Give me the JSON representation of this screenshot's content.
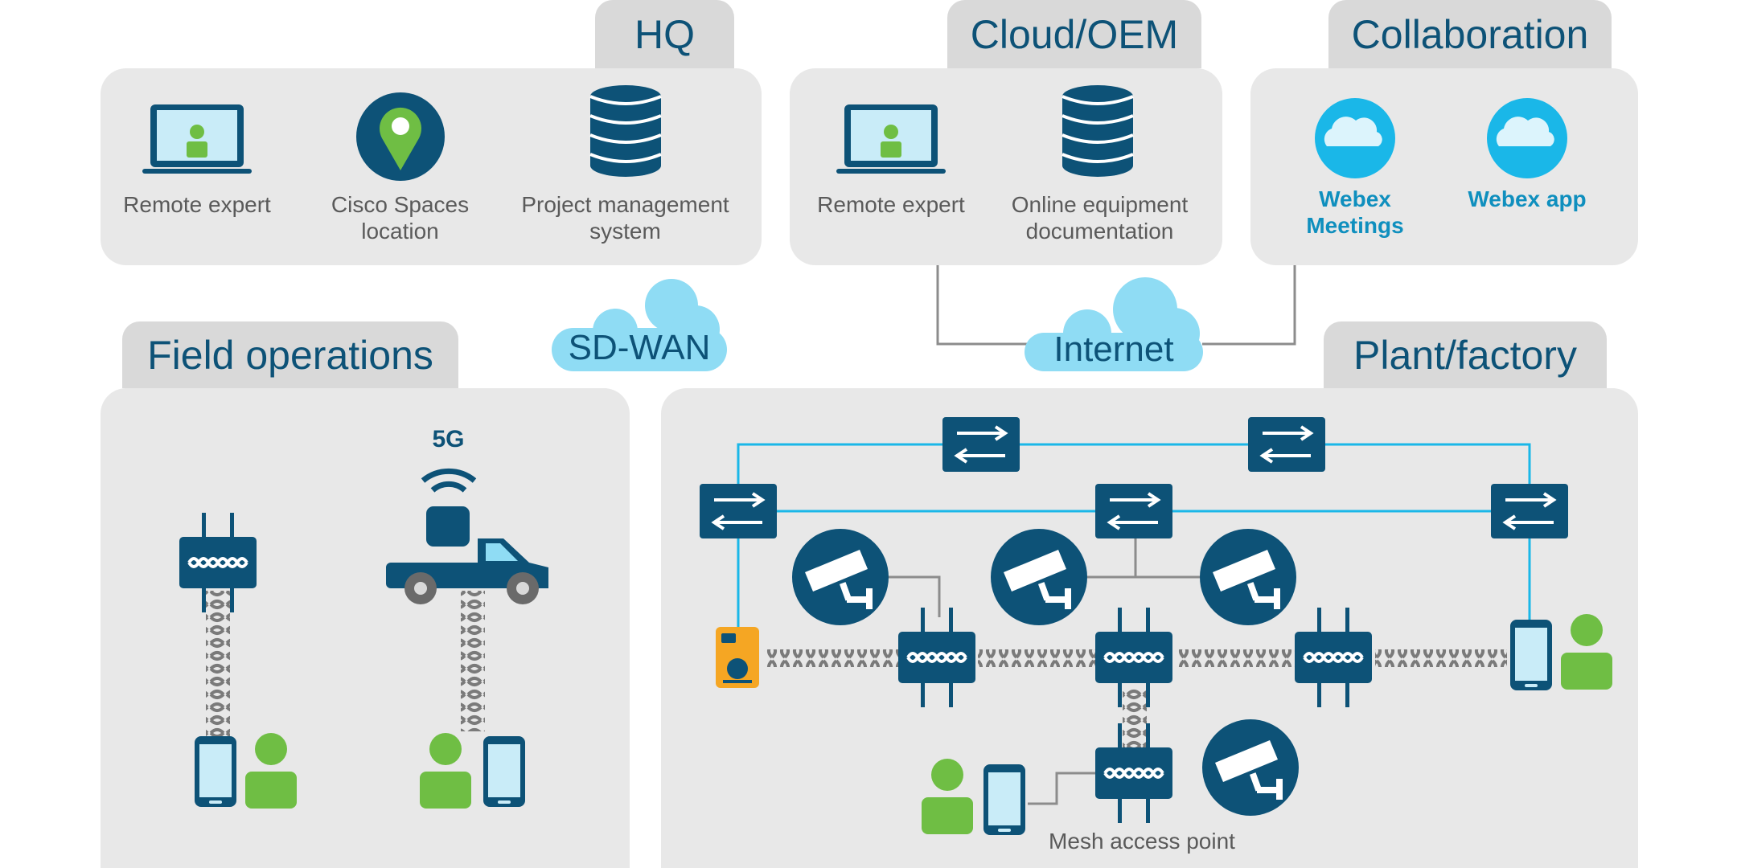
{
  "colors": {
    "panel": "#e8e8e8",
    "tab": "#d9d9d9",
    "navy": "#0d5277",
    "cyan": "#1ab7e8",
    "light_cloud": "#8fdcf4",
    "green": "#6fbe44",
    "orange": "#f5a623",
    "gray_line": "#8c8c8c"
  },
  "sections": {
    "hq": {
      "title": "HQ",
      "items": [
        {
          "label": "Remote expert",
          "icon": "laptop-icon"
        },
        {
          "label": "Cisco Spaces\nlocation",
          "icon": "location-pin-icon"
        },
        {
          "label": "Project management\nsystem",
          "icon": "database-icon"
        }
      ]
    },
    "cloud_oem": {
      "title": "Cloud/OEM",
      "items": [
        {
          "label": "Remote expert",
          "icon": "laptop-icon"
        },
        {
          "label": "Online equipment\ndocumentation",
          "icon": "database-icon"
        }
      ]
    },
    "collaboration": {
      "title": "Collaboration",
      "items": [
        {
          "label": "Webex\nMeetings",
          "icon": "webex-cloud-icon"
        },
        {
          "label": "Webex app",
          "icon": "webex-cloud-icon"
        }
      ]
    },
    "field_operations": {
      "title": "Field operations",
      "label_5g": "5G"
    },
    "plant_factory": {
      "title": "Plant/factory",
      "mesh_label": "Mesh access point"
    }
  },
  "clouds": {
    "sdwan": "SD-WAN",
    "internet": "Internet"
  }
}
